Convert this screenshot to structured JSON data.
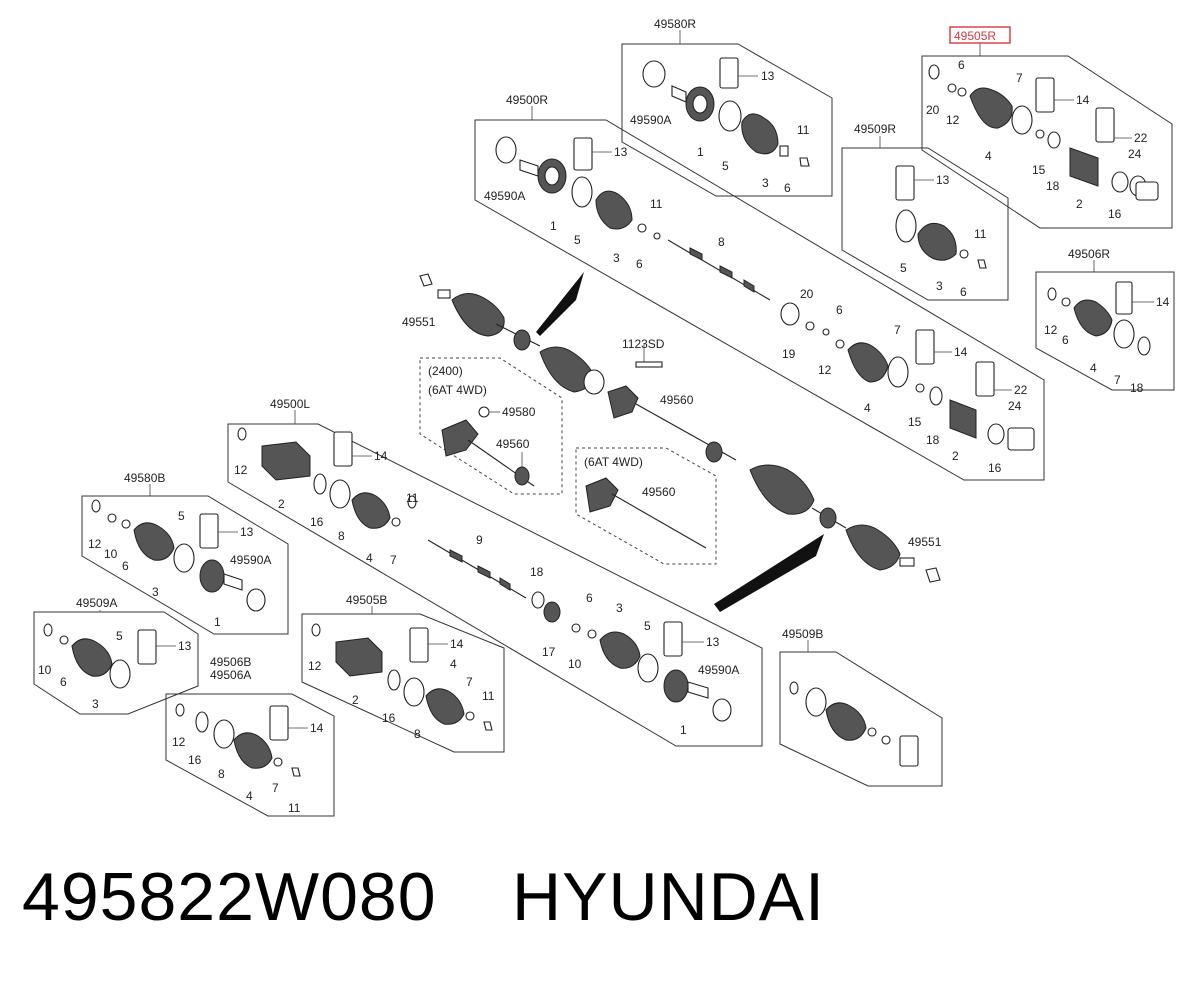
{
  "groups": {
    "g49580R": "49580R",
    "g49505R": "49505R",
    "g49500R": "49500R",
    "g49509R": "49509R",
    "g49506R": "49506R",
    "g49500L": "49500L",
    "g49580B": "49580B",
    "g49509A": "49509A",
    "g49505B": "49505B",
    "g49506B": "49506B",
    "g49506A": "49506A",
    "g49509B": "49509B"
  },
  "notes": {
    "n2400": "(2400)",
    "n6at1": "(6AT 4WD)",
    "n6at2": "(6AT 4WD)"
  },
  "callouts": [
    "13",
    "49590A",
    "1",
    "5",
    "11",
    "3",
    "6",
    "20",
    "6",
    "12",
    "7",
    "14",
    "4",
    "22",
    "15",
    "18",
    "24",
    "2",
    "16",
    "13",
    "49590A",
    "1",
    "5",
    "11",
    "3",
    "6",
    "8",
    "13",
    "5",
    "11",
    "3",
    "6",
    "14",
    "12",
    "6",
    "4",
    "7",
    "18",
    "49551",
    "20",
    "19",
    "6",
    "12",
    "7",
    "14",
    "4",
    "22",
    "15",
    "18",
    "24",
    "2",
    "16",
    "1123SD",
    "49560",
    "49580",
    "49560",
    "49560",
    "49551",
    "12",
    "14",
    "2",
    "16",
    "8",
    "11",
    "4",
    "7",
    "9",
    "18",
    "17",
    "6",
    "10",
    "3",
    "5",
    "13",
    "49590A",
    "1",
    "12",
    "10",
    "6",
    "5",
    "13",
    "3",
    "49590A",
    "1",
    "10",
    "6",
    "5",
    "13",
    "3",
    "12",
    "14",
    "2",
    "4",
    "16",
    "7",
    "8",
    "11",
    "12",
    "14",
    "16",
    "8",
    "4",
    "7",
    "11"
  ],
  "footer": {
    "part_number": "495822W080",
    "brand": "HYUNDAI"
  },
  "highlight_color": "#d9363e"
}
